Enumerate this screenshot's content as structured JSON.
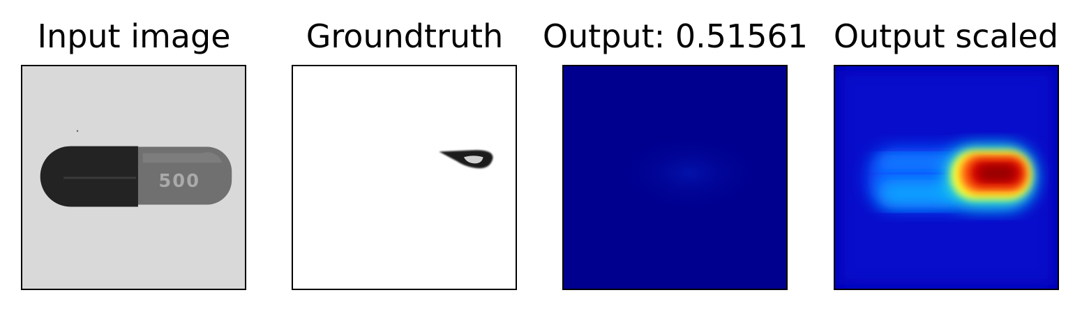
{
  "panels": [
    {
      "title": "Input image",
      "content": "grayscale-capsule-photo",
      "capsule_text": "500"
    },
    {
      "title": "Groundtruth",
      "content": "binary-defect-mask"
    },
    {
      "title": "Output: 0.51561",
      "content": "anomaly-heatmap-unscaled"
    },
    {
      "title": "Output scaled",
      "content": "anomaly-heatmap-scaled"
    }
  ],
  "colors": {
    "frame": "#000000",
    "background": "#ffffff",
    "input_bg": "#d9d9d9",
    "capsule_dark": "#262626",
    "capsule_light": "#6e6e6e",
    "capsule_text": "#a8a8a8",
    "mask_defect": "#111111",
    "heat_low": "#00008f",
    "heat_mid": "#0a24d0",
    "heat_hot": "#d00000"
  }
}
